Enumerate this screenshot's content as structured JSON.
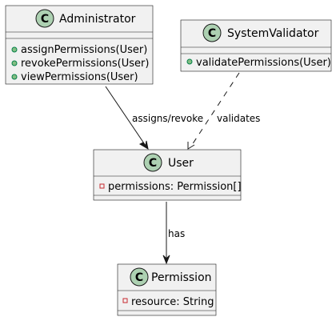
{
  "classes": {
    "administrator": {
      "stereotype_letter": "C",
      "name": "Administrator",
      "members": [
        {
          "visibility": "public",
          "text": "assignPermissions(User)"
        },
        {
          "visibility": "public",
          "text": "revokePermissions(User)"
        },
        {
          "visibility": "public",
          "text": "viewPermissions(User)"
        }
      ]
    },
    "system_validator": {
      "stereotype_letter": "C",
      "name": "SystemValidator",
      "members": [
        {
          "visibility": "public",
          "text": "validatePermissions(User)"
        }
      ]
    },
    "user": {
      "stereotype_letter": "C",
      "name": "User",
      "members": [
        {
          "visibility": "private",
          "text": "permissions: Permission[]"
        }
      ]
    },
    "permission": {
      "stereotype_letter": "C",
      "name": "Permission",
      "members": [
        {
          "visibility": "private",
          "text": "resource: String"
        }
      ]
    }
  },
  "relations": {
    "admin_user": {
      "label": "assigns/revoke",
      "style": "solid"
    },
    "validator_user": {
      "label": "validates",
      "style": "dashed"
    },
    "user_permission": {
      "label": "has",
      "style": "solid"
    }
  },
  "colors": {
    "class_fill": "#f1f1f1",
    "class_border": "#181818",
    "badge_fill": "#add1b2",
    "public_marker": "#84be84",
    "private_marker": "#c82930"
  }
}
